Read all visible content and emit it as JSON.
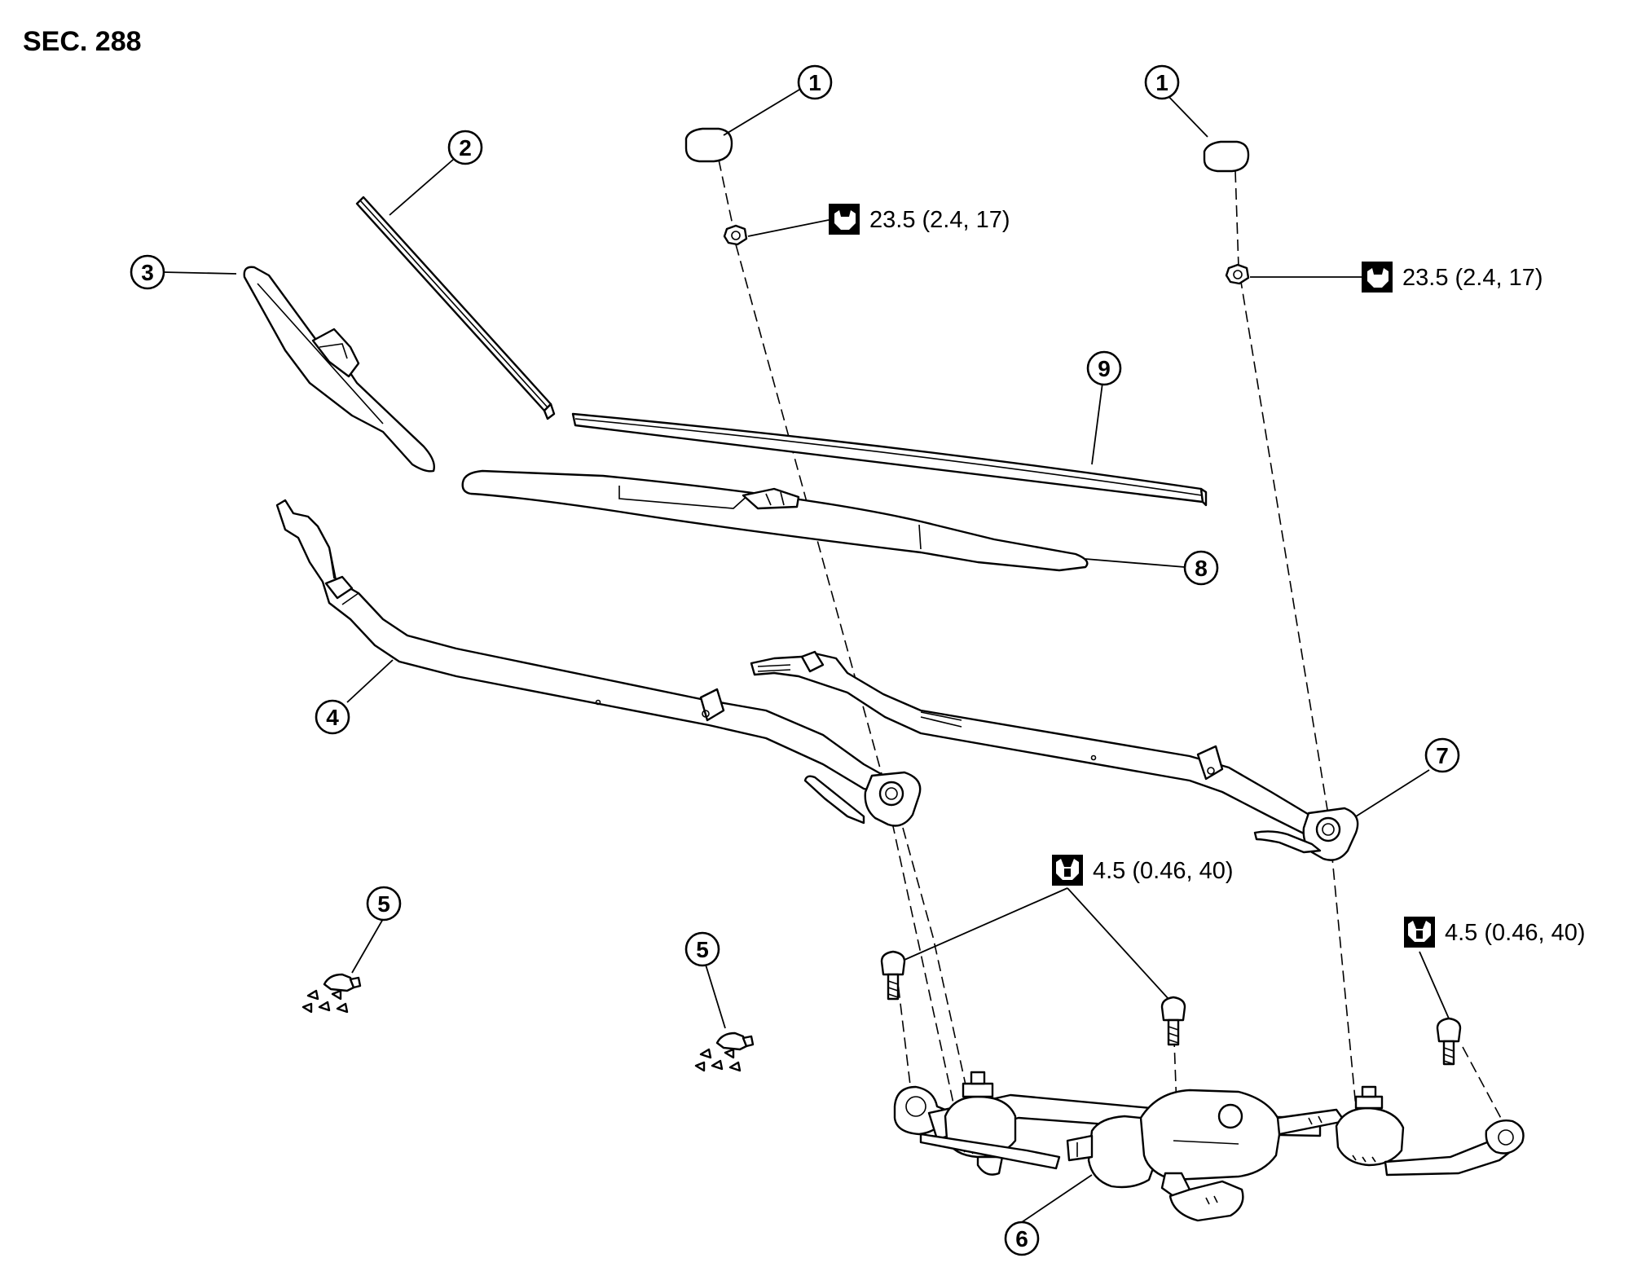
{
  "section_label": "SEC. 288",
  "torque_specs": {
    "nut_left": "23.5 (2.4, 17)",
    "nut_right": "23.5 (2.4, 17)",
    "bolt_center": "4.5 (0.46, 40)",
    "bolt_right": "4.5 (0.46, 40)"
  },
  "callouts": {
    "cap_left": "1",
    "cap_right": "1",
    "blade_refill_short": "2",
    "blade_short": "3",
    "arm_left": "4",
    "nozzle_left": "5",
    "nozzle_right": "5",
    "motor_linkage": "6",
    "arm_right": "7",
    "blade_long": "8",
    "blade_refill_long": "9"
  },
  "icons": {
    "torque_nut_icon": "tightening-torque-nut-icon",
    "torque_bolt_icon": "tightening-torque-bolt-icon"
  }
}
